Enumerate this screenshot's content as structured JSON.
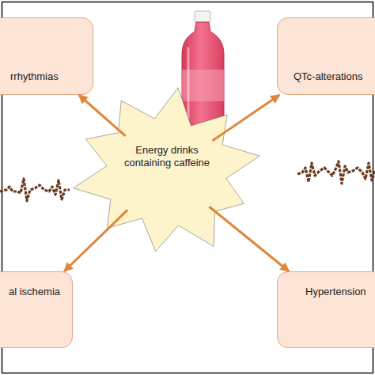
{
  "diagram": {
    "nodes": [
      {
        "text": [
          "rrhythmias"
        ]
      },
      {
        "text": [
          "QTc-alterations"
        ]
      },
      {
        "text": [
          "Energy drinks containing caffeine"
        ]
      },
      {
        "text": [
          "al ischemia"
        ]
      },
      {
        "text": [
          "Hypertension"
        ]
      }
    ],
    "edges": [
      {
        "from": 2,
        "to": 0,
        "arrow": "to"
      },
      {
        "from": 2,
        "to": 1,
        "arrow": "to"
      },
      {
        "from": 2,
        "to": 3,
        "arrow": "to"
      },
      {
        "from": 2,
        "to": 4,
        "arrow": "to"
      }
    ]
  }
}
